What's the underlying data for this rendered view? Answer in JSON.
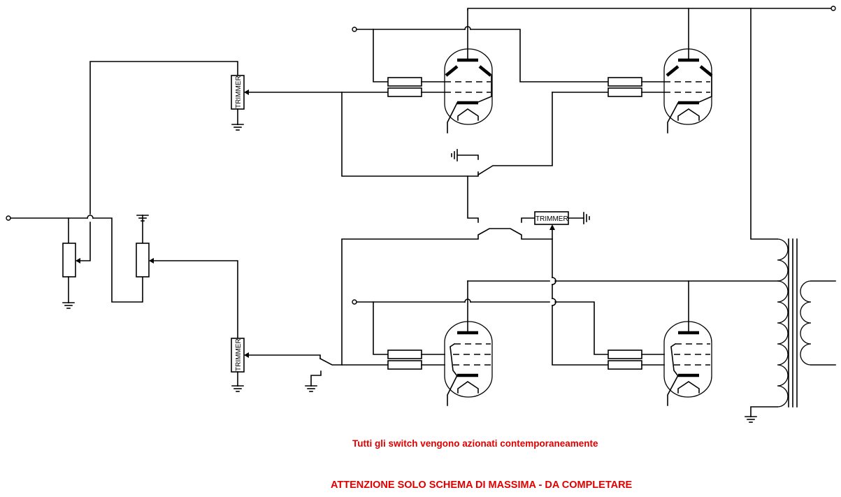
{
  "diagram": {
    "type": "vacuum tube push-pull amplifier schematic (draft)",
    "components": {
      "trimmers": [
        {
          "id": "trimmer-top",
          "label": "TRIMMER"
        },
        {
          "id": "trimmer-middle",
          "label": "TRIMMER"
        },
        {
          "id": "trimmer-bottom",
          "label": "TRIMMER"
        }
      ],
      "potentiometers": 2,
      "tubes": 4,
      "switches": 3,
      "output_transformer": 1
    },
    "notes": {
      "switch_note": "Tutti gli switch vengono azionati contemporaneamente",
      "warning": "ATTENZIONE SOLO SCHEMA DI MASSIMA - DA COMPLETARE"
    },
    "colors": {
      "wire": "#000000",
      "note_text": "#e00000",
      "background": "#ffffff"
    }
  }
}
